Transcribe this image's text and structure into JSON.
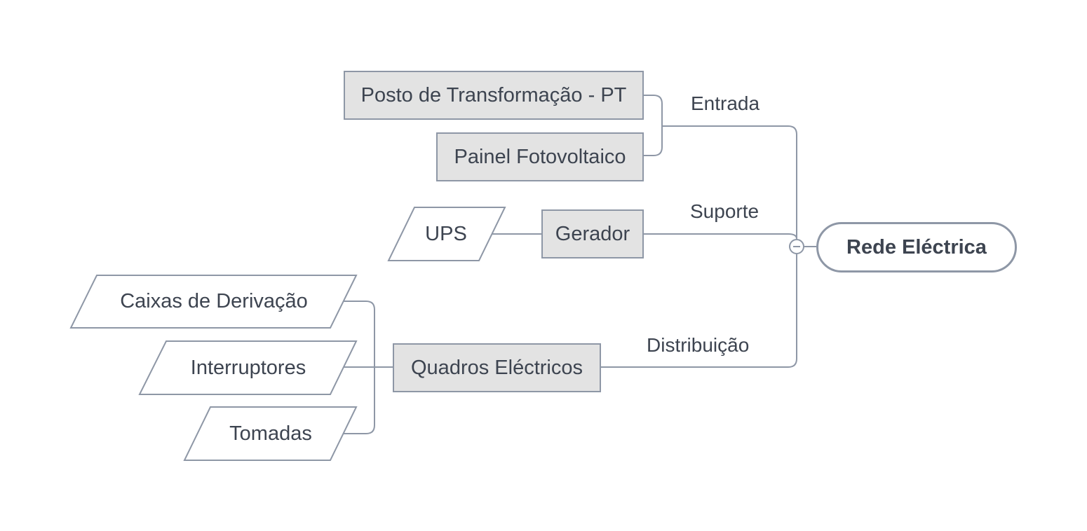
{
  "root": {
    "label": "Rede Eléctrica"
  },
  "branches": {
    "entrada": {
      "label": "Entrada",
      "children": [
        "Posto de Transformação - PT",
        "Painel Fotovoltaico"
      ]
    },
    "suporte": {
      "label": "Suporte",
      "child": "Gerador",
      "grandchild": "UPS"
    },
    "distribuicao": {
      "label": "Distribuição",
      "child": "Quadros Eléctricos",
      "grandchildren": [
        "Caixas de Derivação",
        "Interruptores",
        "Tomadas"
      ]
    }
  },
  "colors": {
    "line": "#8e97a6",
    "box_fill": "#e3e3e3",
    "text": "#3d4450"
  }
}
